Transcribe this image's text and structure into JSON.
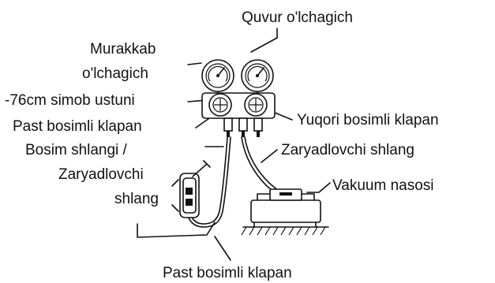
{
  "labels": {
    "pipe_gauge": "Quvur o'lchagich",
    "compound_gauge_1": "Murakkab",
    "compound_gauge_2": "o'lchagich",
    "mercury_column": "-76cm simob ustuni",
    "low_valve": "Past bosimli klapan",
    "pressure_hose_1": "Bosim shlangi /",
    "pressure_hose_2": "Zaryadlovchi",
    "pressure_hose_3": "shlang",
    "high_valve": "Yuqori bosimli klapan",
    "charge_hose": "Zaryadlovchi shlang",
    "vacuum_pump": "Vakuum nasosi",
    "low_valve_bottom": "Past bosimli klapan"
  }
}
